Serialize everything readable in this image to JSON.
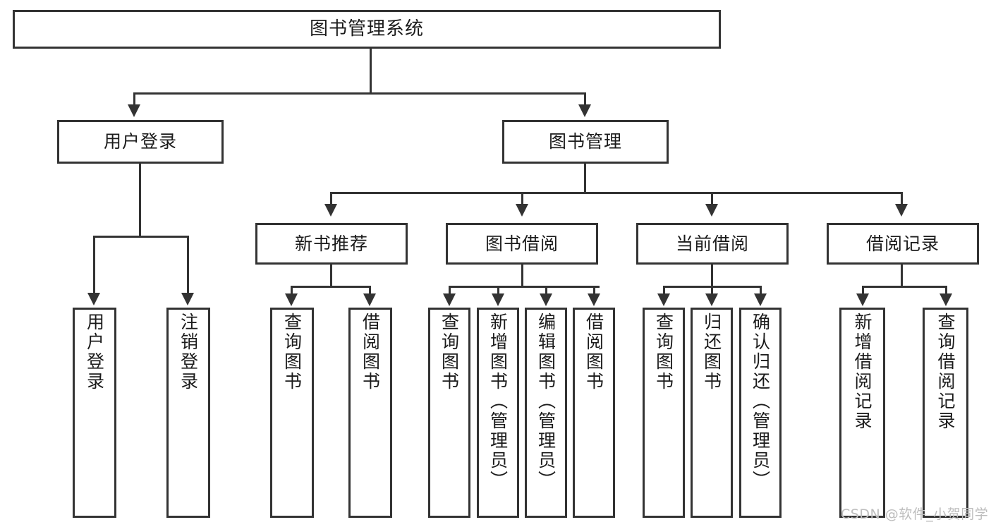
{
  "diagram": {
    "title": "图书管理系统",
    "type": "hierarchy-tree",
    "watermark": "CSDN @软件_小贺同学",
    "colors": {
      "stroke": "#333333",
      "fill": "#ffffff",
      "text": "#1b1b1b",
      "watermark": "#bdbdbd"
    },
    "levels": {
      "level1": [
        {
          "id": "root",
          "label": "图书管理系统"
        }
      ],
      "level2": [
        {
          "id": "user-login",
          "label": "用户登录"
        },
        {
          "id": "book-manage",
          "label": "图书管理"
        }
      ],
      "level3": [
        {
          "id": "new-book-rec",
          "label": "新书推荐"
        },
        {
          "id": "book-borrow",
          "label": "图书借阅"
        },
        {
          "id": "current-borrow",
          "label": "当前借阅"
        },
        {
          "id": "borrow-record",
          "label": "借阅记录"
        }
      ],
      "level4": [
        {
          "id": "leaf-user-login",
          "label": "用户登录",
          "parent": "user-login"
        },
        {
          "id": "leaf-logout",
          "label": "注销登录",
          "parent": "user-login"
        },
        {
          "id": "leaf-query-book-1",
          "label": "查询图书",
          "parent": "new-book-rec"
        },
        {
          "id": "leaf-borrow-book-1",
          "label": "借阅图书",
          "parent": "new-book-rec"
        },
        {
          "id": "leaf-query-book-2",
          "label": "查询图书",
          "parent": "book-borrow"
        },
        {
          "id": "leaf-add-book",
          "label": "新增图书（管理员）",
          "parent": "book-borrow"
        },
        {
          "id": "leaf-edit-book",
          "label": "编辑图书（管理员）",
          "parent": "book-borrow"
        },
        {
          "id": "leaf-borrow-book-2",
          "label": "借阅图书",
          "parent": "book-borrow"
        },
        {
          "id": "leaf-query-book-3",
          "label": "查询图书",
          "parent": "current-borrow"
        },
        {
          "id": "leaf-return-book",
          "label": "归还图书",
          "parent": "current-borrow"
        },
        {
          "id": "leaf-confirm-return",
          "label": "确认归还（管理员）",
          "parent": "current-borrow"
        },
        {
          "id": "leaf-add-record",
          "label": "新增借阅记录",
          "parent": "borrow-record"
        },
        {
          "id": "leaf-query-record",
          "label": "查询借阅记录",
          "parent": "borrow-record"
        }
      ]
    }
  }
}
